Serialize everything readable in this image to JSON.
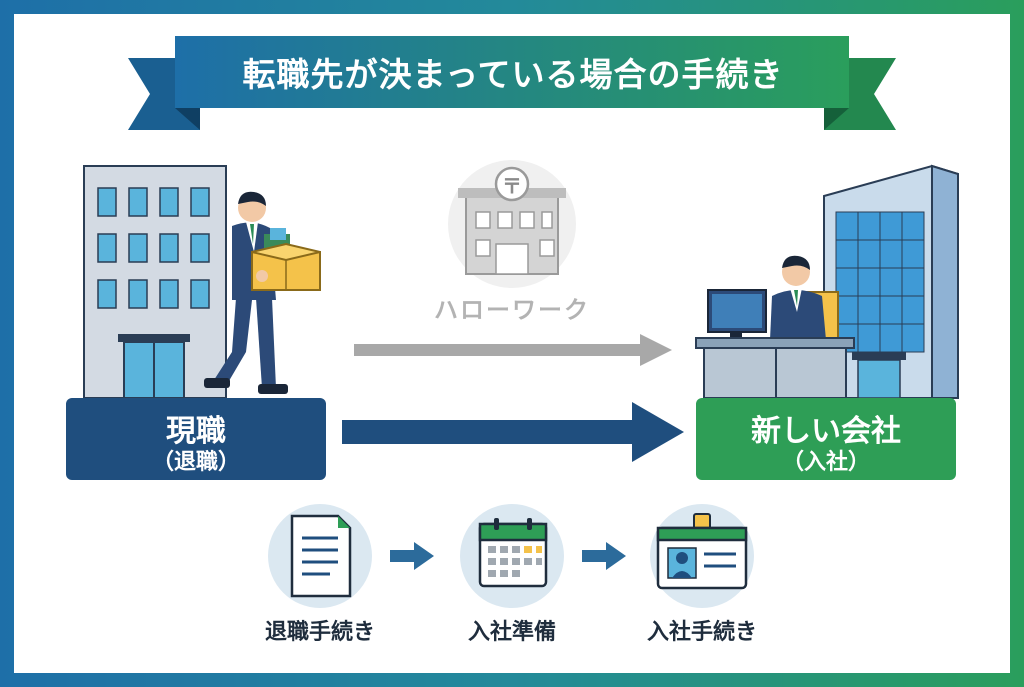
{
  "title": "転職先が決まっている場合の手続き",
  "current_job": {
    "label": "現職",
    "sub": "（退職）"
  },
  "new_company": {
    "label": "新しい会社",
    "sub": "（入社）"
  },
  "hello_work": {
    "label": "ハローワーク",
    "sign_symbol": "〒"
  },
  "steps": [
    {
      "label": "退職手続き",
      "icon": "document-icon"
    },
    {
      "label": "入社準備",
      "icon": "calendar-icon"
    },
    {
      "label": "入社手続き",
      "icon": "id-badge-icon"
    }
  ],
  "colors": {
    "navy": "#1f4e7e",
    "green": "#2e9e56",
    "gray_arrow": "#a8a8a8",
    "step_circle": "#dbe8f1",
    "title_gradient_start": "#1e6fa8",
    "title_gradient_end": "#2a9e5c"
  }
}
